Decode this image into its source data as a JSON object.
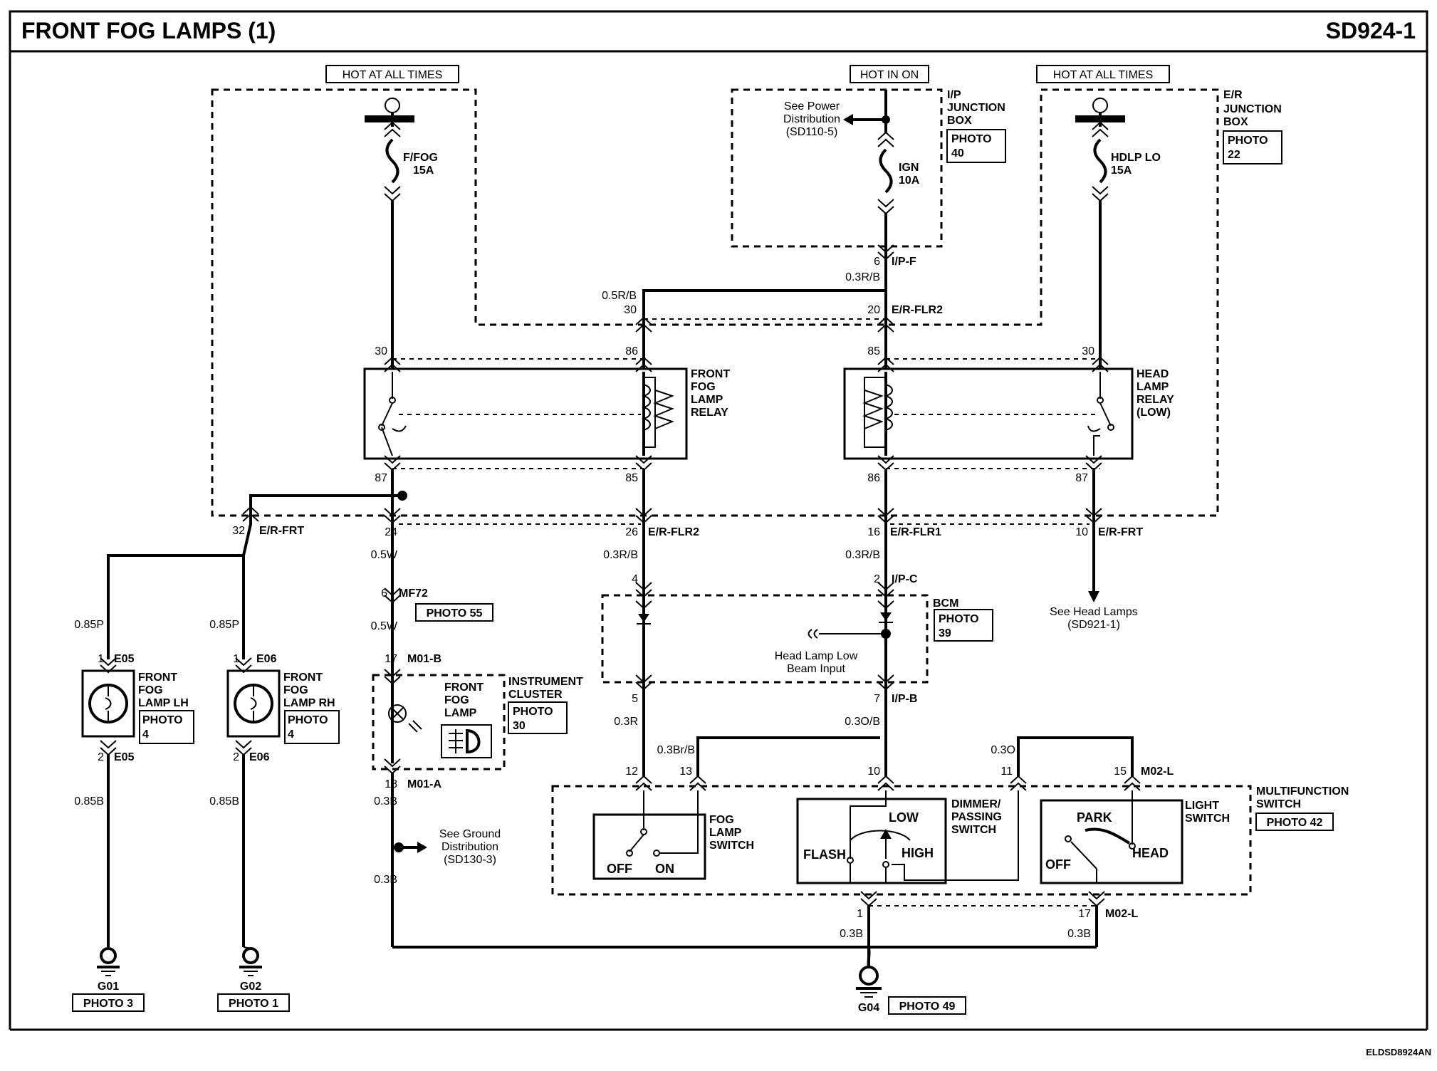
{
  "header": {
    "title": "FRONT FOG LAMPS (1)",
    "code": "SD924-1"
  },
  "footer": {
    "code": "ELDSD8924AN"
  },
  "hot_labels": [
    "HOT AT ALL TIMES",
    "HOT IN ON",
    "HOT AT ALL TIMES"
  ],
  "junction_boxes": {
    "ip": [
      "I/P",
      "JUNCTION",
      "BOX"
    ],
    "ip_photo": [
      "PHOTO",
      "40"
    ],
    "er": [
      "E/R",
      "JUNCTION",
      "BOX"
    ],
    "er_photo": [
      "PHOTO",
      "22"
    ]
  },
  "fuses": {
    "ffog": [
      "F/FOG",
      "15A"
    ],
    "ign": [
      "IGN",
      "10A"
    ],
    "hdlp": [
      "HDLP LO",
      "15A"
    ]
  },
  "see_power": [
    "See Power",
    "Distribution",
    "(SD110-5)"
  ],
  "ipf": {
    "pin": "6",
    "conn": "I/P-F",
    "wire": "0.3R/B"
  },
  "erflr2_top": {
    "wire": "0.5R/B",
    "pin_left": "30",
    "pin_right": "20",
    "conn": "E/R-FLR2"
  },
  "relays": {
    "front_fog": {
      "label": [
        "FRONT",
        "FOG",
        "LAMP",
        "RELAY"
      ],
      "pins": [
        "30",
        "86",
        "87",
        "85"
      ]
    },
    "head_lamp": {
      "label": [
        "HEAD",
        "LAMP",
        "RELAY",
        "(LOW)"
      ],
      "pins": [
        "85",
        "30",
        "86",
        "87"
      ]
    }
  },
  "er_connectors": [
    {
      "pin": "32",
      "conn": "E/R-FRT"
    },
    {
      "pin": "24",
      "conn": ""
    },
    {
      "pin": "26",
      "conn": "E/R-FLR2"
    },
    {
      "pin": "16",
      "conn": "E/R-FLR1"
    },
    {
      "pin": "10",
      "conn": "E/R-FRT"
    }
  ],
  "wires": {
    "c1_a": "0.5W",
    "c1_b": "0.5W",
    "c2_a": "0.3R/B",
    "c3_a": "0.3R/B",
    "lh_top": "0.85P",
    "rh_top": "0.85P",
    "lh_bot": "0.85B",
    "rh_bot": "0.85B",
    "ic_b1": "0.3B",
    "ic_b2": "0.3B",
    "c2_b": "0.3R",
    "c3_b": "0.3O/B",
    "brb": "0.3Br/B",
    "o": "0.3O",
    "g04_l": "0.3B",
    "g04_r": "0.3B"
  },
  "mf72": {
    "pin": "6",
    "conn": "MF72",
    "photo": "PHOTO 55"
  },
  "ipc": {
    "pin_left": "4",
    "pin_right": "2",
    "conn": "I/P-C"
  },
  "bcm": {
    "label": "BCM",
    "photo": [
      "PHOTO",
      "39"
    ],
    "input": [
      "Head Lamp Low",
      "Beam Input"
    ]
  },
  "ipb": {
    "pin_left": "5",
    "pin_right": "7",
    "conn": "I/P-B"
  },
  "see_head": [
    "See Head Lamps",
    "(SD921-1)"
  ],
  "lamps": {
    "lh": {
      "top_pin": "1",
      "top_conn": "E05",
      "label": [
        "FRONT",
        "FOG",
        "LAMP LH"
      ],
      "photo": [
        "PHOTO",
        "4"
      ],
      "bot_pin": "2",
      "bot_conn": "E05"
    },
    "rh": {
      "top_pin": "1",
      "top_conn": "E06",
      "label": [
        "FRONT",
        "FOG",
        "LAMP RH"
      ],
      "photo": [
        "PHOTO",
        "4"
      ],
      "bot_pin": "2",
      "bot_conn": "E06"
    }
  },
  "cluster": {
    "top_pin": "17",
    "top_conn": "M01-B",
    "bot_pin": "18",
    "bot_conn": "M01-A",
    "indicator": [
      "FRONT",
      "FOG",
      "LAMP"
    ],
    "label": [
      "INSTRUMENT",
      "CLUSTER"
    ],
    "photo": [
      "PHOTO",
      "30"
    ]
  },
  "see_ground": [
    "See Ground",
    "Distribution",
    "(SD130-3)"
  ],
  "multifunction": {
    "pins": [
      "12",
      "13",
      "10",
      "11",
      "15"
    ],
    "conn_top": "M02-L",
    "label": [
      "MULTIFUNCTION",
      "SWITCH"
    ],
    "photo": "PHOTO 42",
    "fog_switch": {
      "label": [
        "FOG",
        "LAMP",
        "SWITCH"
      ],
      "positions": [
        "OFF",
        "ON"
      ]
    },
    "dimmer": {
      "label": [
        "DIMMER/",
        "PASSING",
        "SWITCH"
      ],
      "positions": [
        "LOW",
        "FLASH",
        "HIGH"
      ]
    },
    "light": {
      "label": [
        "LIGHT",
        "SWITCH"
      ],
      "positions": [
        "PARK",
        "OFF",
        "HEAD"
      ]
    },
    "bottom_pins": [
      "1",
      "17"
    ],
    "conn_bot": "M02-L"
  },
  "grounds": [
    {
      "name": "G01",
      "photo": "PHOTO 3"
    },
    {
      "name": "G02",
      "photo": "PHOTO 1"
    },
    {
      "name": "G04",
      "photo": "PHOTO 49"
    }
  ]
}
